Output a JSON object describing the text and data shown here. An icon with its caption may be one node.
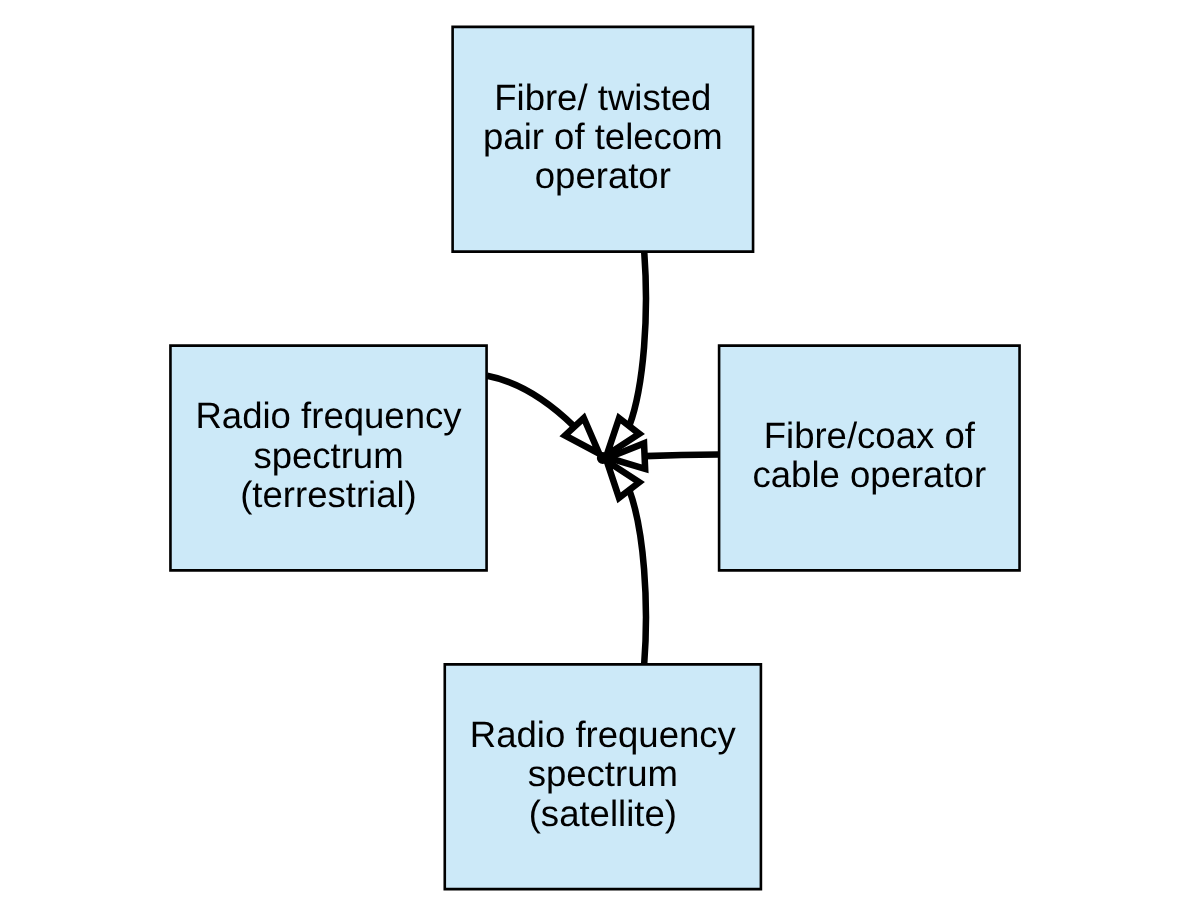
{
  "diagram": {
    "nodes": [
      {
        "text": [
          "Fibre/ twisted pair of telecom operator"
        ]
      },
      {
        "text": [
          "Radio frequency spectrum (terrestrial)"
        ]
      },
      {
        "text": [
          "Fibre/coax of cable operator"
        ]
      },
      {
        "text": [
          "Radio frequency spectrum (satellite)"
        ]
      }
    ],
    "edges": [
      {
        "from": 0,
        "to": null,
        "arrow": "to"
      },
      {
        "from": 1,
        "to": null,
        "arrow": "to"
      },
      {
        "from": 2,
        "to": null,
        "arrow": "to"
      },
      {
        "from": 3,
        "to": null,
        "arrow": "to"
      }
    ]
  }
}
